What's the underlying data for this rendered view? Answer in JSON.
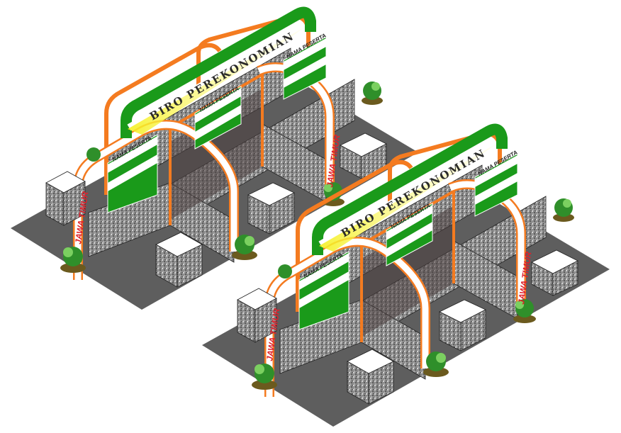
{
  "booths": {
    "sign_text": "BIRO PEREKONOMIAN",
    "board_text": "NAMA PESERTA",
    "column_text": "JAWA TIMUR"
  },
  "colors": {
    "floor": "#5e5e5e",
    "frame": "#f47b20",
    "sign_green": "#1a9a1a",
    "light_yellow": "#f5f020",
    "panel": "#9a9a9a"
  }
}
